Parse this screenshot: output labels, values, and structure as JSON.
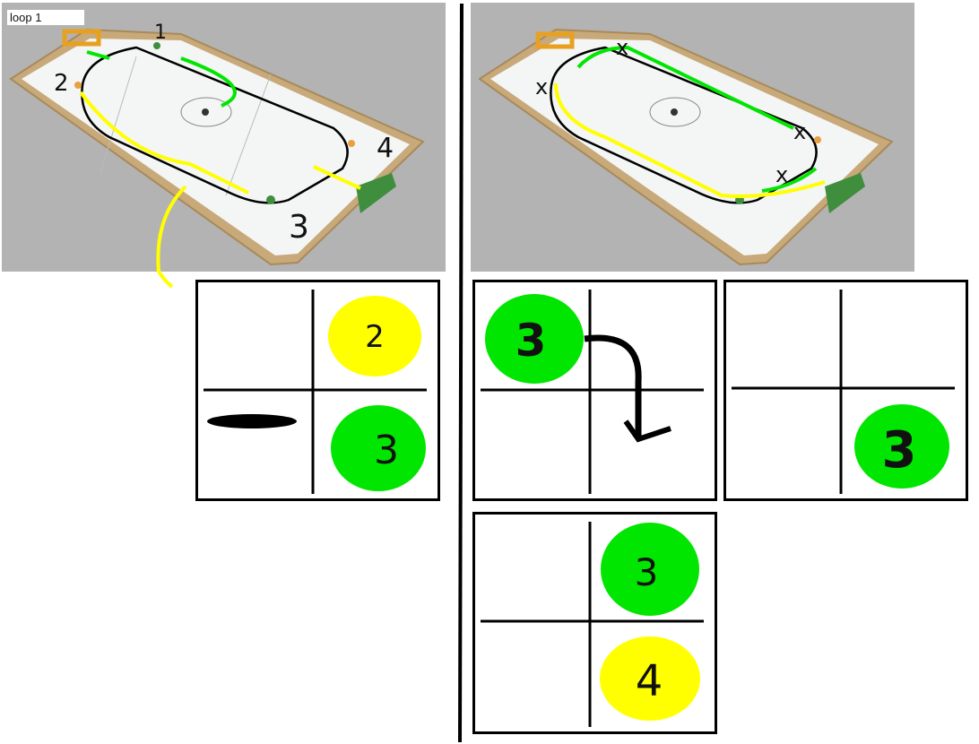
{
  "title": "loop 1",
  "rink_left": {
    "labels": [
      "1",
      "2",
      "3",
      "4"
    ]
  },
  "rink_right": {
    "marks": [
      "x",
      "x",
      "x",
      "x"
    ]
  },
  "panels": {
    "left": {
      "top_right": "2",
      "bottom_right": "3"
    },
    "middle": {
      "top_left": "3"
    },
    "right": {
      "bottom_right": "3"
    },
    "bottom": {
      "top_right": "3",
      "bottom_right": "4"
    }
  },
  "colors": {
    "yellow": "#ffff00",
    "green": "#00e600",
    "photo_bg": "#b3b3b3",
    "rink_wood": "#c8a97a",
    "ice": "#f4f5f5"
  }
}
